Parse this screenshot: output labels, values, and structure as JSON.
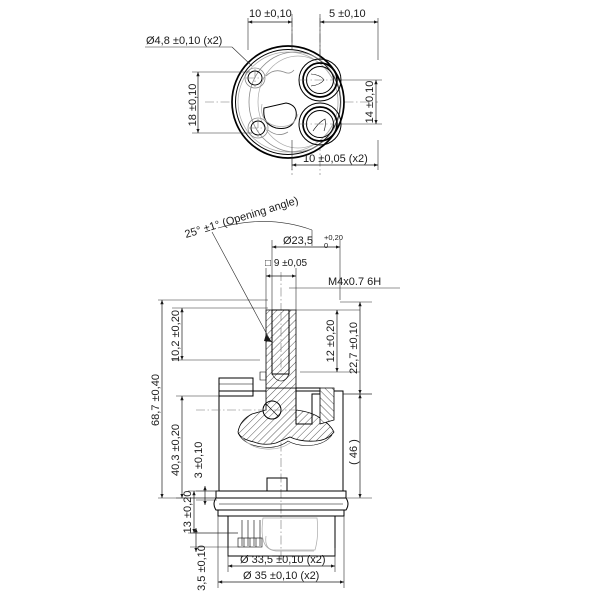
{
  "document": {
    "type": "engineering-drawing",
    "title": "Cartridge technical drawing",
    "views": [
      "top-view",
      "front-section-view"
    ]
  },
  "top_view": {
    "dimensions": {
      "hole_dia": "Ø4,8 ±0,10 (x2)",
      "top_left": "10 ±0,10",
      "top_right": "5 ±0,10",
      "left_vertical": "18 ±0,10",
      "right_vertical": "14 ±0,10",
      "bottom": "10 ±0,05 (x2)"
    }
  },
  "front_view": {
    "dimensions": {
      "opening_angle": "25° ±1° (Opening angle)",
      "stem_dia": "Ø23,5",
      "stem_dia_tol_upper": "+0,20",
      "stem_dia_tol_lower": "0",
      "square": "□ 9 ±0,05",
      "thread": "M4x0.7 6H",
      "dim_10_2": "10,2 ±0,20",
      "dim_12": "12 ±0,20",
      "dim_22_7": "22,7 ±0,10",
      "dim_68_7": "68,7 ±0,40",
      "dim_40_3": "40,3 ±0,20",
      "dim_3": "3 ±0,10",
      "dim_13": "13 ±0,20",
      "dim_3_5": "3,5 ±0,10",
      "dim_46": "( 46 )",
      "dia_33_5": "Ø 33,5 ±0,10 (x2)",
      "dia_35": "Ø 35 ±0,10 (x2)"
    }
  },
  "colors": {
    "line": "#000000",
    "gray_line": "#8a8a8a",
    "center_line": "#777777",
    "background": "#ffffff"
  }
}
